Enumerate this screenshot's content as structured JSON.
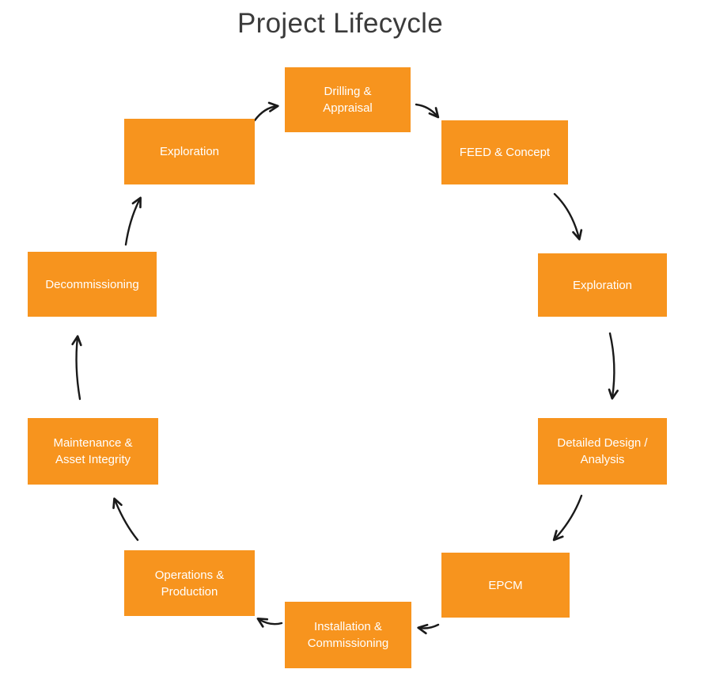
{
  "title": "Project Lifecycle",
  "diagram": {
    "type": "cycle",
    "direction": "clockwise",
    "nodes": [
      {
        "id": "drilling-appraisal",
        "label": "Drilling &\nAppraisal"
      },
      {
        "id": "feed-concept",
        "label": "FEED & Concept"
      },
      {
        "id": "exploration-right",
        "label": "Exploration"
      },
      {
        "id": "detailed-design-analysis",
        "label": "Detailed Design /\nAnalysis"
      },
      {
        "id": "epcm",
        "label": "EPCM"
      },
      {
        "id": "installation-commissioning",
        "label": "Installation &\nCommissioning"
      },
      {
        "id": "operations-production",
        "label": "Operations &\nProduction"
      },
      {
        "id": "maintenance-asset-integrity",
        "label": "Maintenance &\nAsset Integrity"
      },
      {
        "id": "decommissioning",
        "label": "Decommissioning"
      },
      {
        "id": "exploration-top-left",
        "label": "Exploration"
      }
    ],
    "flow": [
      "exploration-top-left",
      "drilling-appraisal",
      "feed-concept",
      "exploration-right",
      "detailed-design-analysis",
      "epcm",
      "installation-commissioning",
      "operations-production",
      "maintenance-asset-integrity",
      "decommissioning",
      "exploration-top-left"
    ]
  },
  "colors": {
    "node_fill": "#F7941E",
    "node_text": "#FFFFFF",
    "arrow": "#1A1A1A",
    "title_text": "#3B3B3B",
    "background": "#FFFFFF"
  }
}
